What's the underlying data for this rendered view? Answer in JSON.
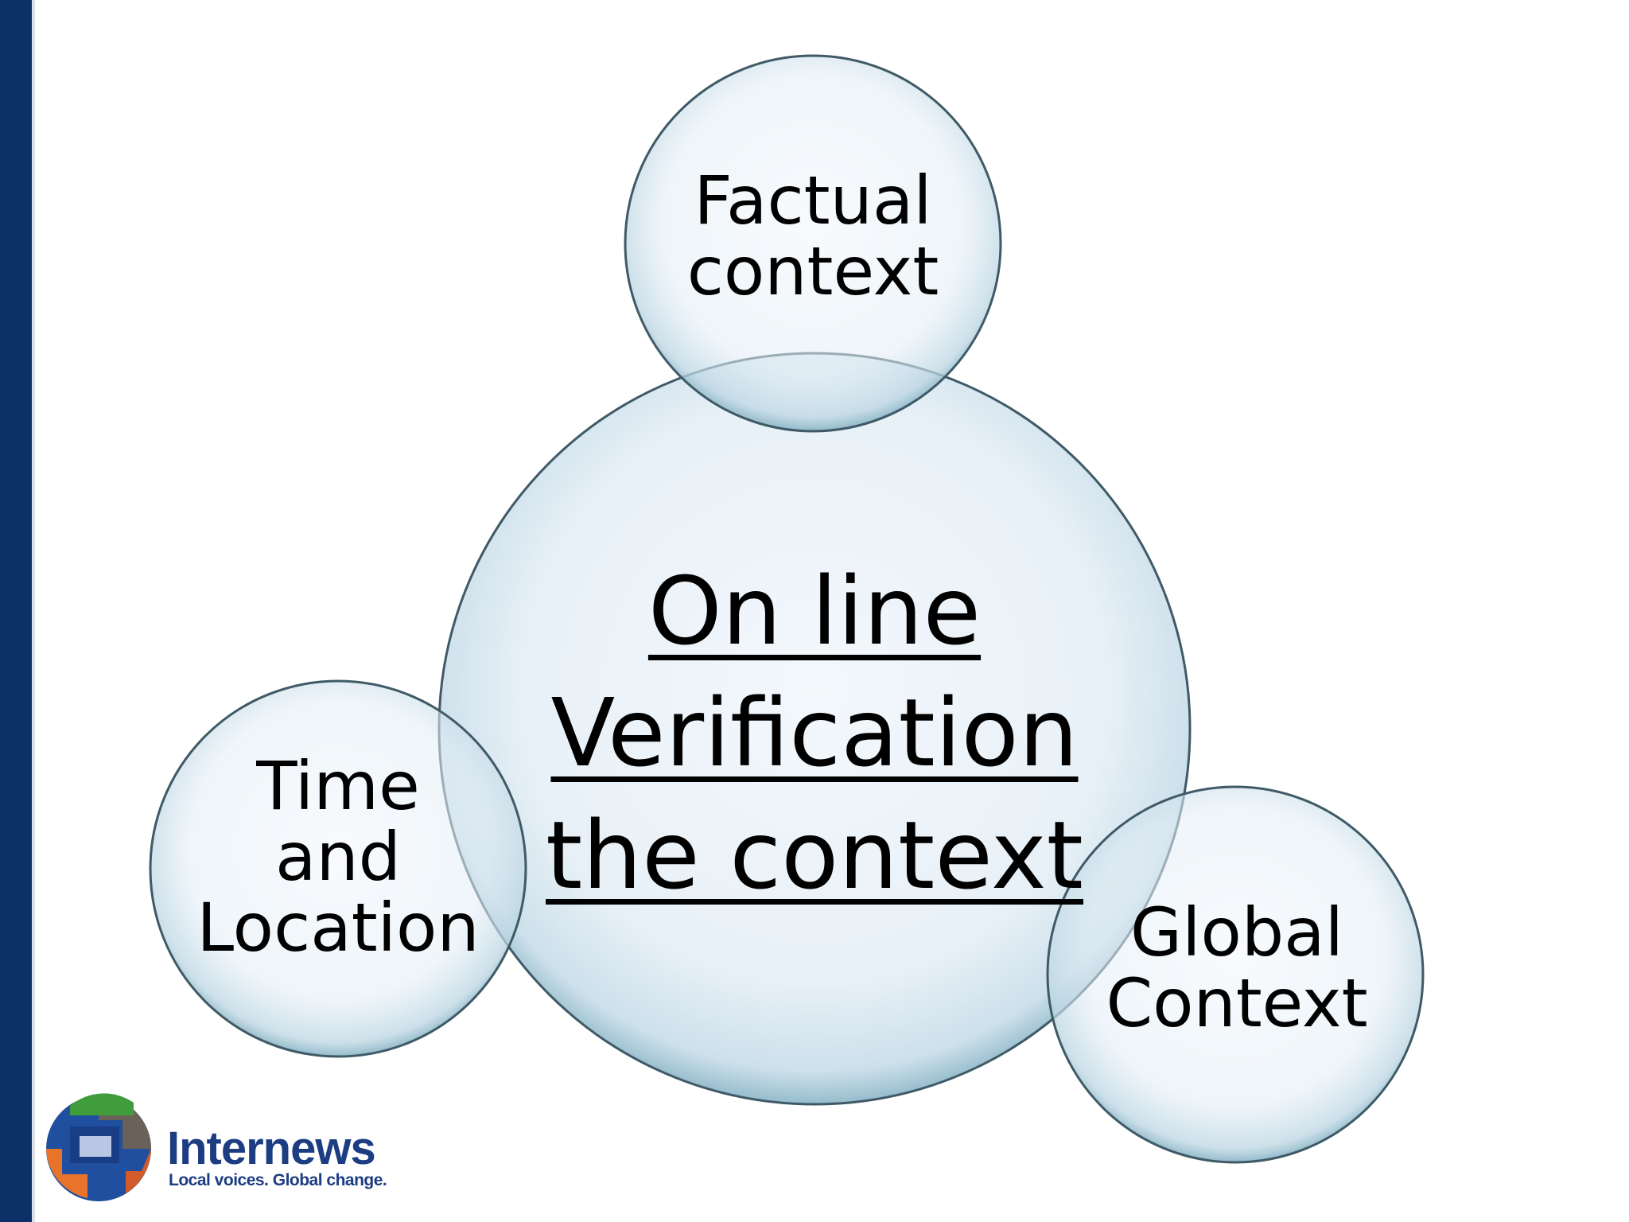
{
  "diagram": {
    "center": {
      "lines": [
        "On line",
        "Verification",
        "the context"
      ]
    },
    "top": {
      "lines": [
        "Factual",
        "context"
      ]
    },
    "left": {
      "lines": [
        "Time",
        "and",
        "Location"
      ]
    },
    "right": {
      "lines": [
        "Global",
        "Context"
      ]
    }
  },
  "logo": {
    "name": "Internews",
    "tagline": "Local voices. Global change.",
    "icon": "internews-logo-icon"
  },
  "colors": {
    "sidebar": "#0d3068",
    "bubble_fill": "#e3eef6",
    "bubble_stroke": "#3f5a66",
    "logo_text": "#1d3d83"
  }
}
